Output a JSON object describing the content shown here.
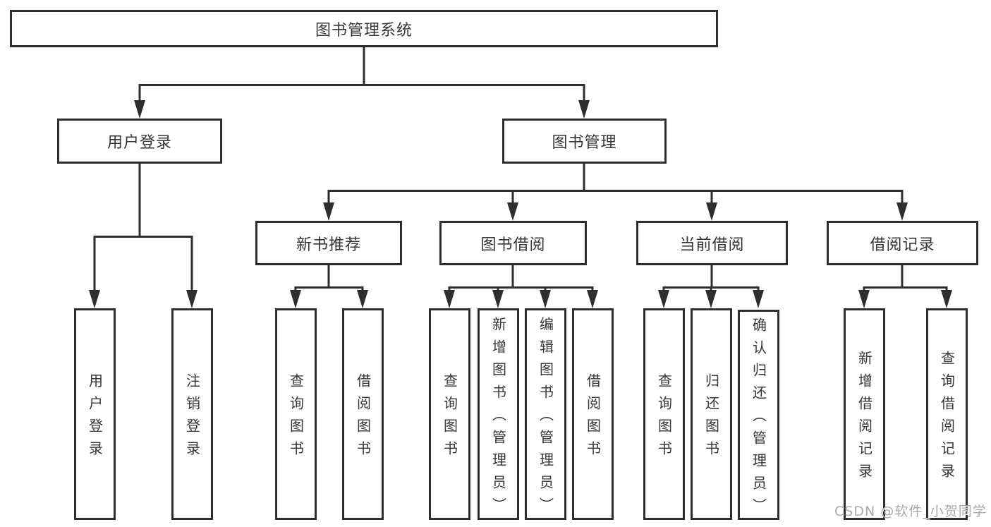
{
  "diagram": {
    "type": "hierarchy-tree",
    "nodes": {
      "root": "图书管理系统",
      "level2": [
        "用户登录",
        "图书管理"
      ],
      "level3": [
        "新书推荐",
        "图书借阅",
        "当前借阅",
        "借阅记录"
      ],
      "leaves_user_login": [
        "用户登录",
        "注销登录"
      ],
      "leaves_new_book": [
        "查询图书",
        "借阅图书"
      ],
      "leaves_book_borrow": [
        "查询图书",
        "新增图书（管理员）",
        "编辑图书（管理员）",
        "借阅图书"
      ],
      "leaves_current_borrow": [
        "查询图书",
        "归还图书",
        "确认归还（管理员）"
      ],
      "leaves_borrow_record": [
        "新增借阅记录",
        "查询借阅记录"
      ]
    },
    "edges": [
      "图书管理系统 -> 用户登录",
      "图书管理系统 -> 图书管理",
      "用户登录 -> 用户登录(叶), 注销登录",
      "图书管理 -> 新书推荐, 图书借阅, 当前借阅, 借阅记录",
      "新书推荐 -> 查询图书, 借阅图书",
      "图书借阅 -> 查询图书, 新增图书（管理员）, 编辑图书（管理员）, 借阅图书",
      "当前借阅 -> 查询图书, 归还图书, 确认归还（管理员）",
      "借阅记录 -> 新增借阅记录, 查询借阅记录"
    ],
    "colors": {
      "line": "#2e2e2e",
      "box_border": "#2e2e2e",
      "text": "#363636",
      "background": "#ffffff",
      "watermark": "#ababab"
    }
  },
  "watermark": "CSDN @软件_小贺同学"
}
